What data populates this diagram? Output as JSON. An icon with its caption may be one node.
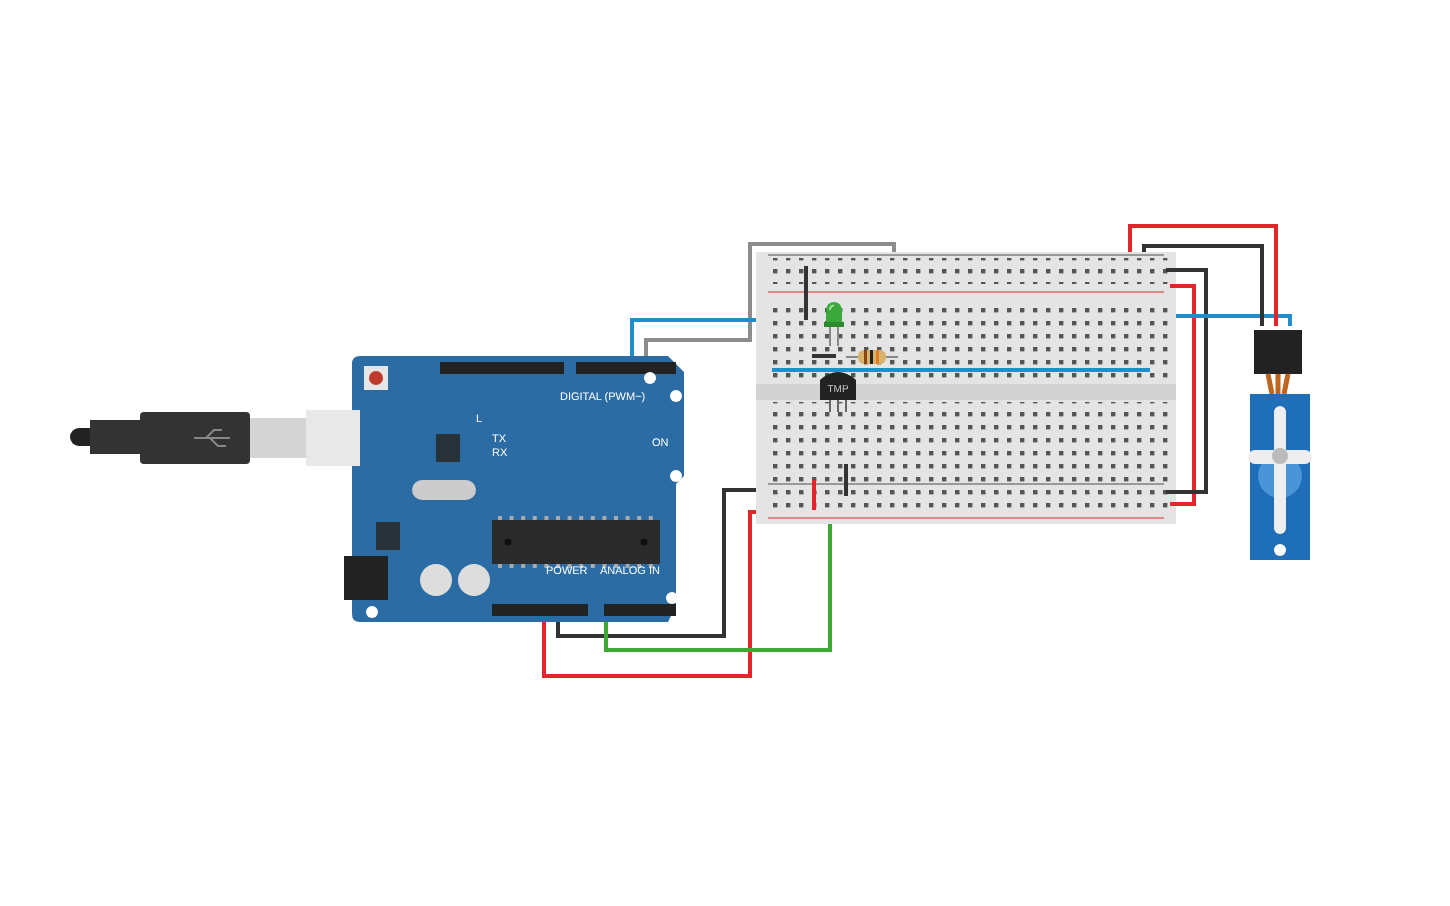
{
  "diagram": {
    "nodes": [
      {
        "text": [
          "DIGITAL (PWM~)",
          "L",
          "TX",
          "RX",
          "ON",
          "POWER",
          "ANALOG IN"
        ]
      },
      {
        "text": [],
        "shape": "picture"
      },
      {
        "text": [],
        "shape": "picture"
      },
      {
        "text": [],
        "shape": "picture",
        "in": 2
      },
      {
        "text": [],
        "shape": "picture",
        "in": 2
      },
      {
        "text": [
          "TMP"
        ],
        "in": 2
      },
      {
        "text": [],
        "shape": "picture"
      }
    ],
    "edges": [
      {
        "from": 0,
        "to": 2,
        "arrow": "none",
        "color": "#8c8c8c"
      },
      {
        "from": 0,
        "to": 2,
        "arrow": "none",
        "color": "#1f8ecd"
      },
      {
        "from": 2,
        "to": 6,
        "arrow": "none",
        "color": "#1f8ecd"
      },
      {
        "from": 6,
        "to": 2,
        "arrow": "none",
        "color": "#e0262b"
      },
      {
        "from": 6,
        "to": 2,
        "arrow": "none",
        "color": "#333333"
      },
      {
        "from": 0,
        "to": 2,
        "arrow": "none",
        "color": "#333333"
      },
      {
        "from": 0,
        "to": 2,
        "arrow": "none",
        "color": "#e0262b"
      },
      {
        "from": 0,
        "to": 2,
        "arrow": "none",
        "color": "#3aaa35"
      }
    ]
  }
}
